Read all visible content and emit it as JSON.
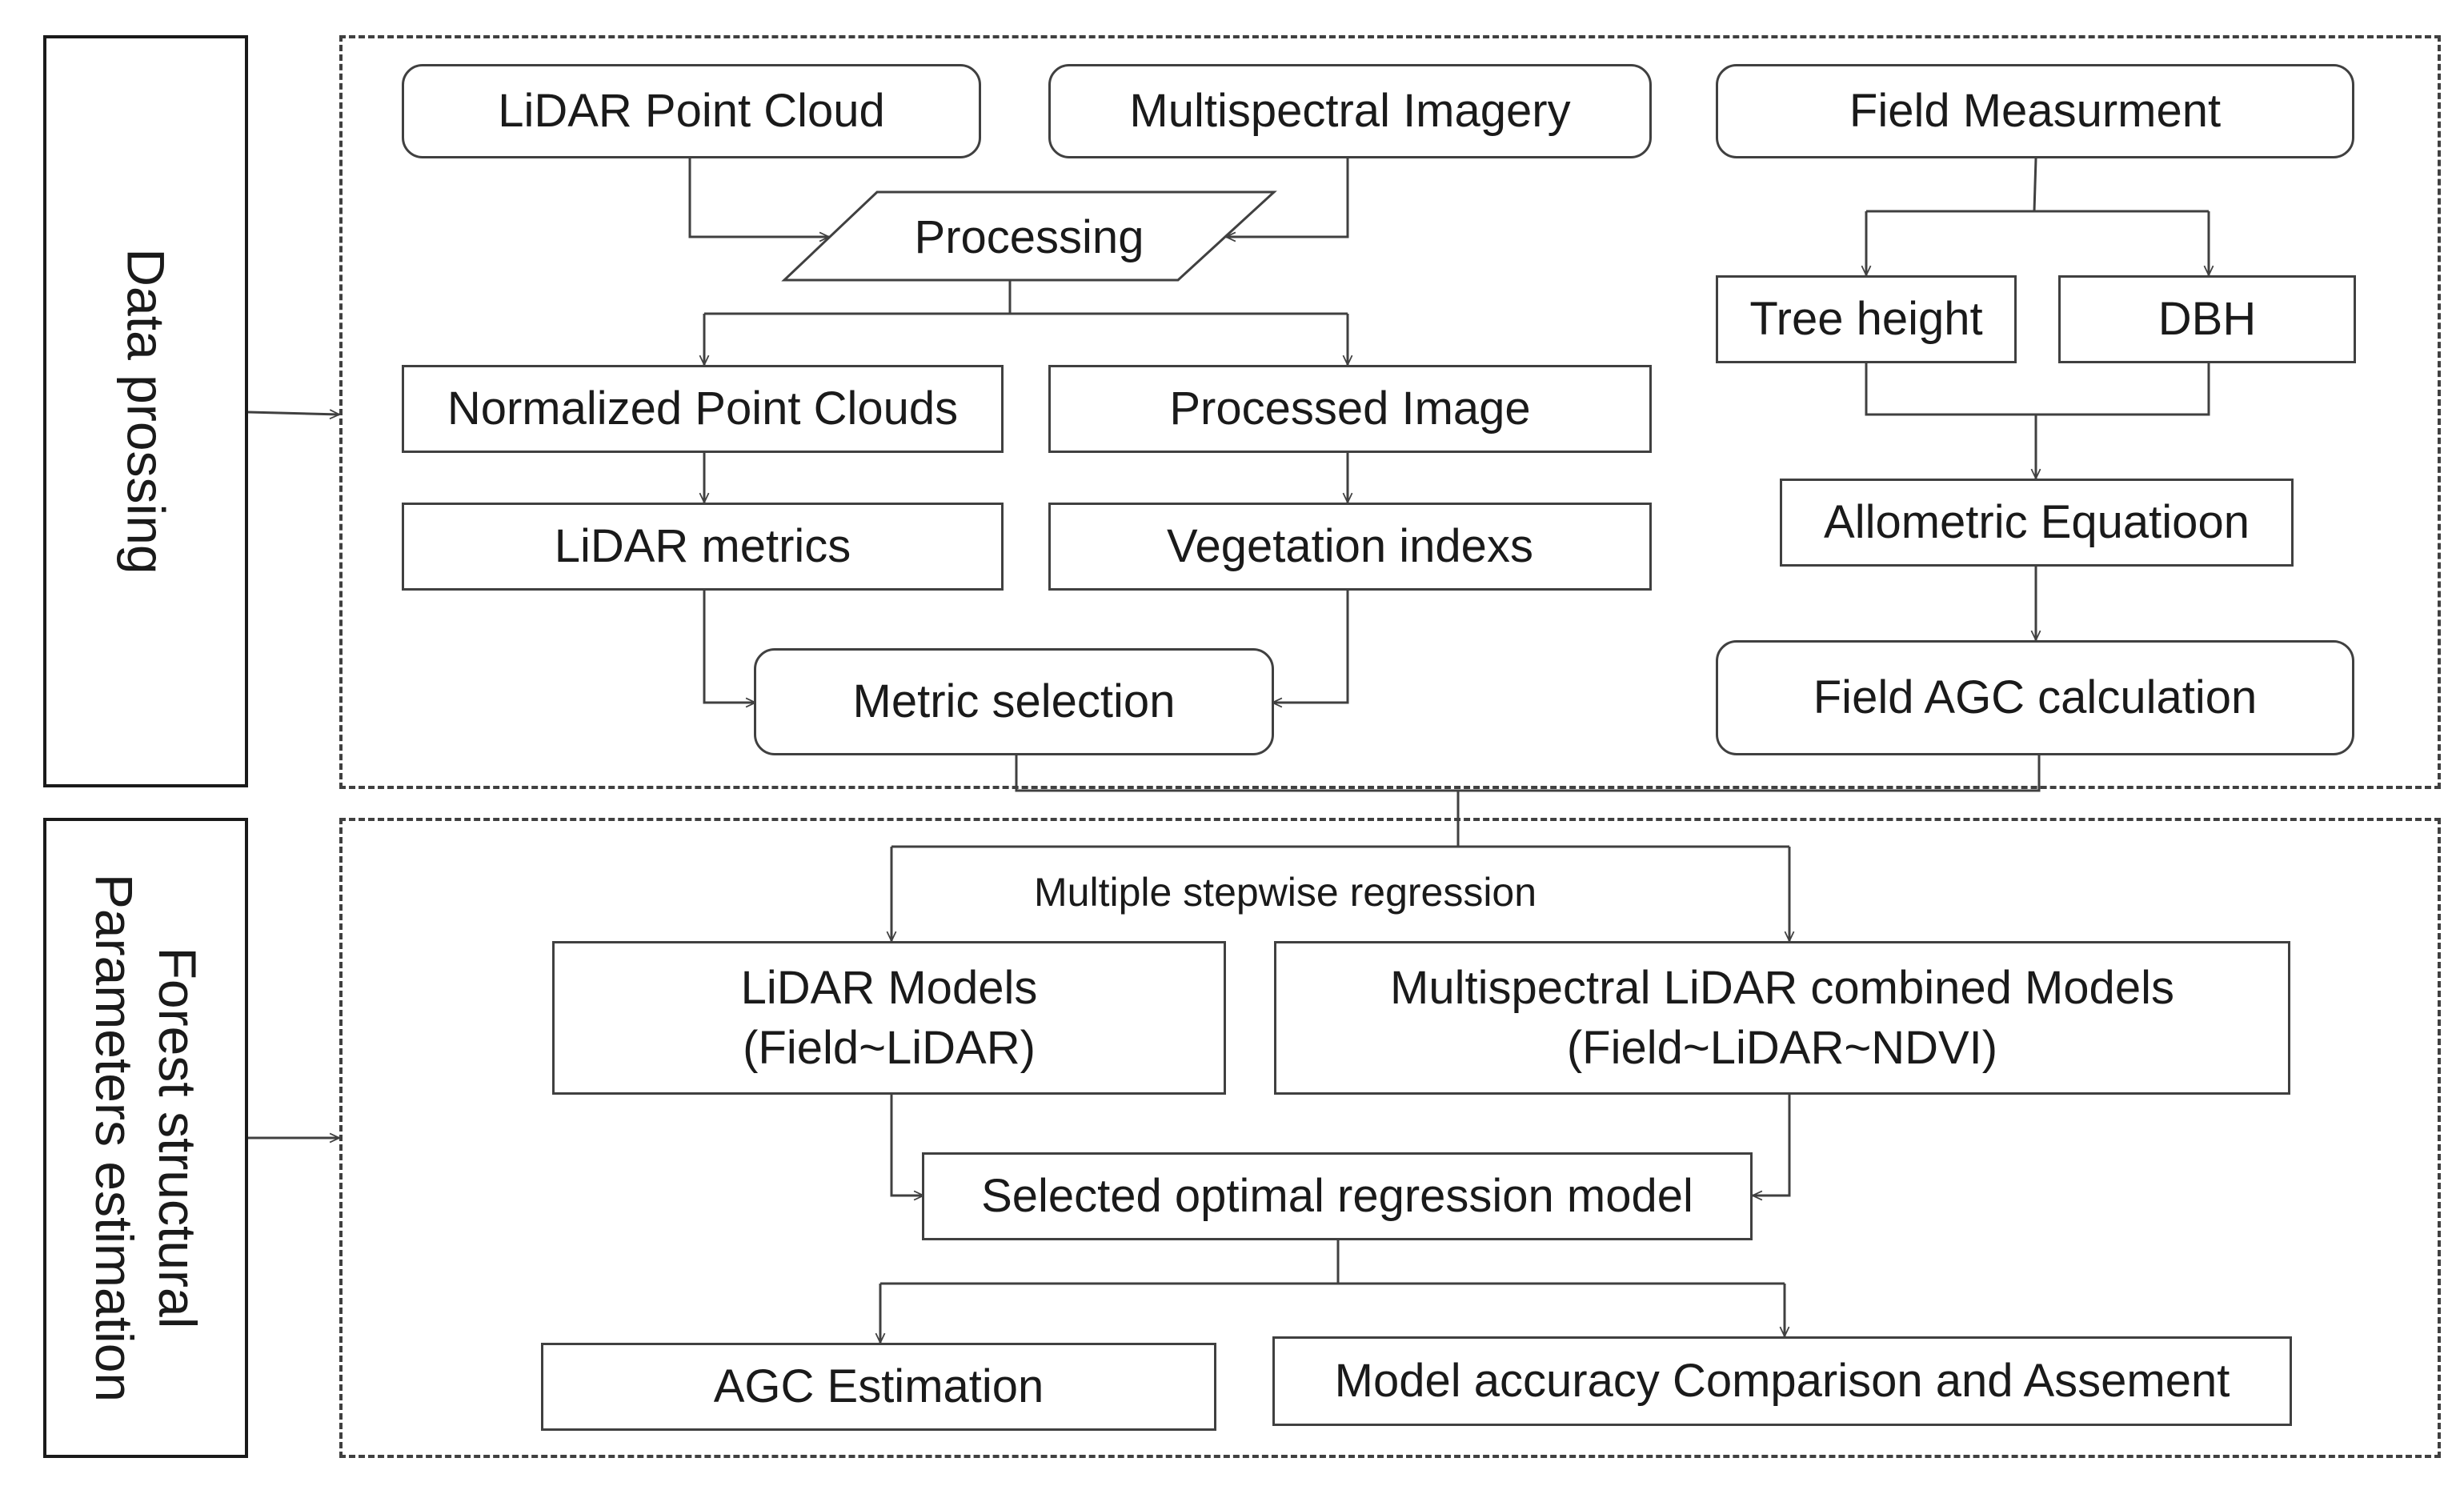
{
  "sections": {
    "data_processing": "Data prossing",
    "estimation_line1": "Forest structural",
    "estimation_line2": "Parameters estimation"
  },
  "nodes": {
    "lidar_point_cloud": "LiDAR Point Cloud",
    "multispectral_imagery": "Multispectral Imagery",
    "field_measurment": "Field Measurment",
    "processing": "Processing",
    "tree_height": "Tree height",
    "dbh": "DBH",
    "normalized_point_clouds": "Normalized Point Clouds",
    "processed_image": "Processed Image",
    "allometric_equation": "Allometric Equatioon",
    "lidar_metrics": "LiDAR metrics",
    "vegetation_indexes": "Vegetation indexs",
    "metric_selection": "Metric selection",
    "field_agc_calculation": "Field AGC calculation",
    "lidar_models_line1": "LiDAR Models",
    "lidar_models_line2": "(Field~LiDAR)",
    "combined_models_line1": "Multispectral LiDAR combined Models",
    "combined_models_line2": "(Field~LiDAR~NDVI)",
    "selected_model": "Selected optimal regression model",
    "agc_estimation": "AGC Estimation",
    "model_accuracy": "Model accuracy Comparison and Assement"
  },
  "edge_labels": {
    "stepwise": "Multiple stepwise regression"
  }
}
